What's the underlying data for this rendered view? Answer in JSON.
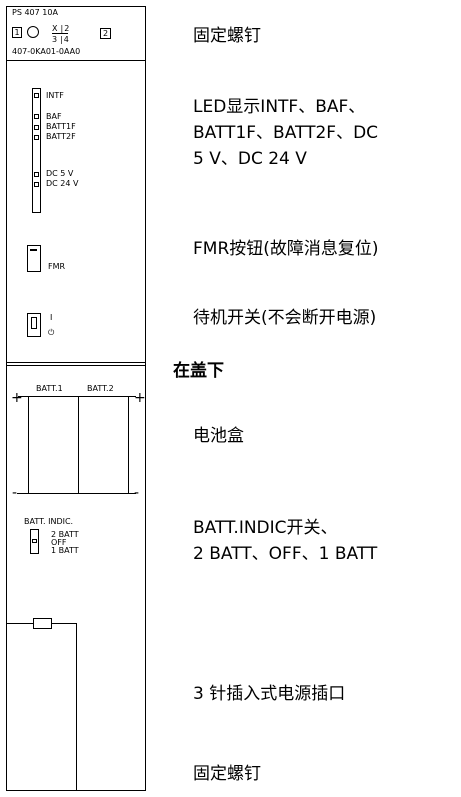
{
  "module": {
    "model": "PS 407 10A",
    "box1": "1",
    "box2": "2",
    "fraction": "X | 2",
    "fraction_bottom": "3 | 4",
    "order_no": "407-0KA01-0AA0",
    "leds": [
      "INTF",
      "BAF",
      "BATT1F",
      "BATT2F",
      "DC 5 V",
      "DC 24 V"
    ],
    "fmr_label": "FMR",
    "standby_on": "I",
    "standby_off": "⏻",
    "batt1": "BATT.1",
    "batt2": "BATT.2",
    "plus": "+",
    "minus": "-",
    "batt_indic_label": "BATT. INDIC.",
    "batt_indic_options": [
      "2 BATT",
      "OFF",
      "1 BATT"
    ]
  },
  "annotations": {
    "screw_top": "固定螺钉",
    "led_line1": "LED显示INTF、BAF、",
    "led_line2": "BATT1F、BATT2F、DC",
    "led_line3": "5 V、DC 24 V",
    "fmr": "FMR按钮(故障消息复位)",
    "standby": "待机开关(不会断开电源)",
    "under_cover": "在盖下",
    "battery_box": "电池盒",
    "batt_indic_line1": "BATT.INDIC开关、",
    "batt_indic_line2": "2 BATT、OFF、1 BATT",
    "power_socket": "3 针插入式电源插口",
    "screw_bottom": "固定螺钉"
  }
}
